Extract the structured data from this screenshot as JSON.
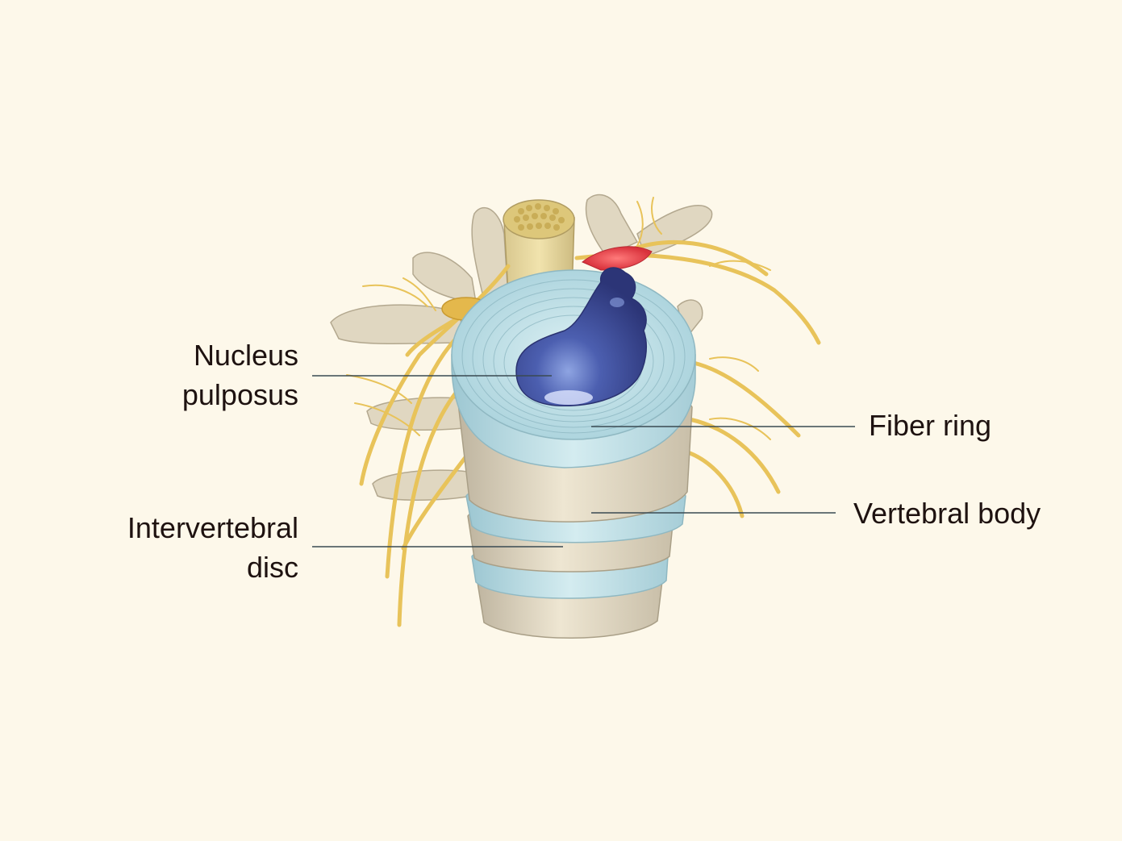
{
  "labels": {
    "nucleus": {
      "line1": "Nucleus",
      "line2": "pulposus"
    },
    "fiber_ring": "Fiber ring",
    "vertebral_body": "Vertebral body",
    "disc": {
      "line1": "Intervertebral",
      "line2": "disc"
    }
  },
  "colors": {
    "background": "#fdf8ea",
    "bone": "#e2d9c3",
    "disc_annulus": "#b8dae2",
    "nucleus": "#3f4f9a",
    "nerve": "#e8c35a",
    "inflammation": "#e8434a",
    "leader_line": "#3a4a52"
  }
}
